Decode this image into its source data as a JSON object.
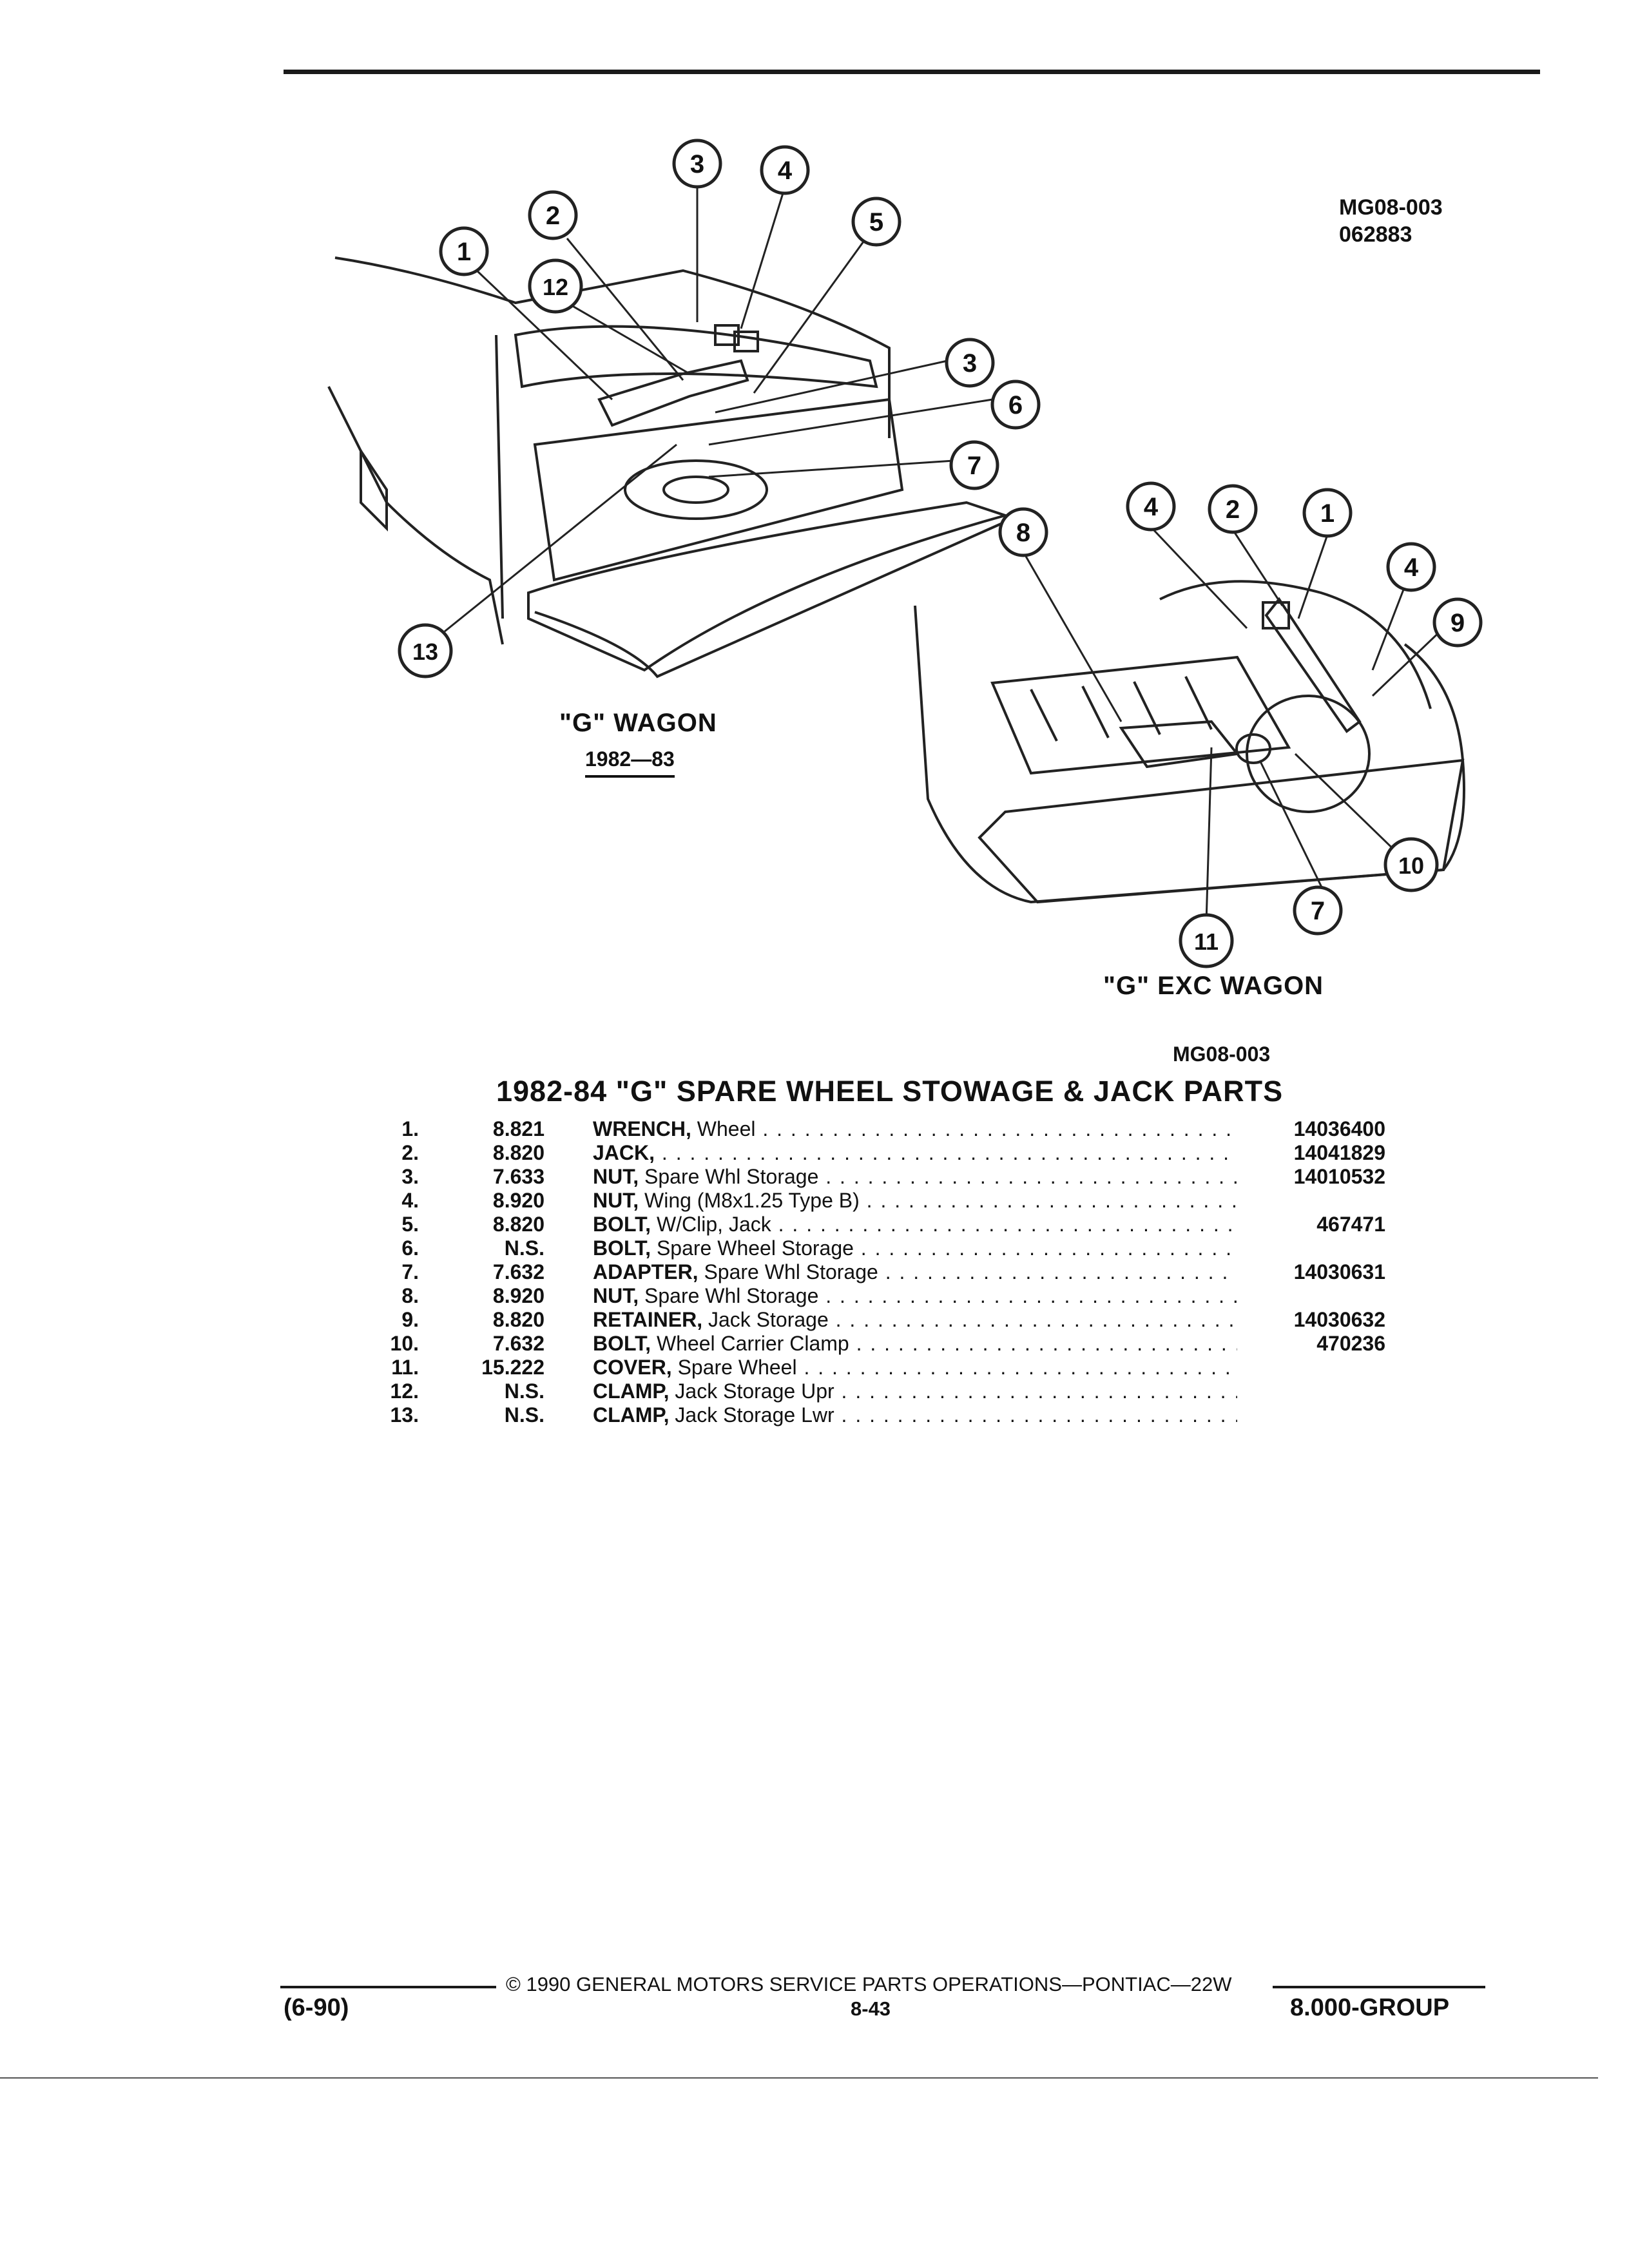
{
  "illustration": {
    "ref_code": "MG08-003",
    "ref_date": "062883",
    "wagon": {
      "caption": "\"G\" WAGON",
      "years": "1982—83",
      "callouts": [
        "1",
        "2",
        "3",
        "4",
        "5",
        "12",
        "3",
        "6",
        "7",
        "13"
      ]
    },
    "exc_wagon": {
      "caption": "\"G\" EXC WAGON",
      "callouts": [
        "8",
        "4",
        "2",
        "1",
        "4",
        "9",
        "10",
        "7",
        "11"
      ]
    }
  },
  "parts_list": {
    "ref_code": "MG08-003",
    "title": "1982-84 \"G\" SPARE WHEEL STOWAGE & JACK PARTS",
    "items": [
      {
        "num": "1.",
        "group": "8.821",
        "name": "WRENCH,",
        "detail": " Wheel",
        "part_no": "14036400"
      },
      {
        "num": "2.",
        "group": "8.820",
        "name": "JACK,",
        "detail": "",
        "part_no": "14041829"
      },
      {
        "num": "3.",
        "group": "7.633",
        "name": "NUT,",
        "detail": " Spare Whl Storage",
        "part_no": "14010532"
      },
      {
        "num": "4.",
        "group": "8.920",
        "name": "NUT,",
        "detail": " Wing (M8x1.25 Type B)",
        "part_no": ""
      },
      {
        "num": "5.",
        "group": "8.820",
        "name": "BOLT,",
        "detail": " W/Clip, Jack",
        "part_no": "467471"
      },
      {
        "num": "6.",
        "group": "N.S.",
        "name": "BOLT,",
        "detail": " Spare Wheel Storage",
        "part_no": ""
      },
      {
        "num": "7.",
        "group": "7.632",
        "name": "ADAPTER,",
        "detail": " Spare Whl Storage",
        "part_no": "14030631"
      },
      {
        "num": "8.",
        "group": "8.920",
        "name": "NUT,",
        "detail": " Spare Whl Storage",
        "part_no": ""
      },
      {
        "num": "9.",
        "group": "8.820",
        "name": "RETAINER,",
        "detail": " Jack Storage",
        "part_no": "14030632"
      },
      {
        "num": "10.",
        "group": "7.632",
        "name": "BOLT,",
        "detail": " Wheel Carrier Clamp",
        "part_no": "470236"
      },
      {
        "num": "11.",
        "group": "15.222",
        "name": "COVER,",
        "detail": " Spare Wheel",
        "part_no": ""
      },
      {
        "num": "12.",
        "group": "N.S.",
        "name": "CLAMP,",
        "detail": " Jack Storage Upr",
        "part_no": ""
      },
      {
        "num": "13.",
        "group": "N.S.",
        "name": "CLAMP,",
        "detail": " Jack Storage Lwr",
        "part_no": ""
      }
    ]
  },
  "footer": {
    "copyright": "©  1990  GENERAL MOTORS SERVICE PARTS OPERATIONS—PONTIAC—22W",
    "date_code": "(6-90)",
    "page": "8-43",
    "group": "8.000-GROUP"
  }
}
